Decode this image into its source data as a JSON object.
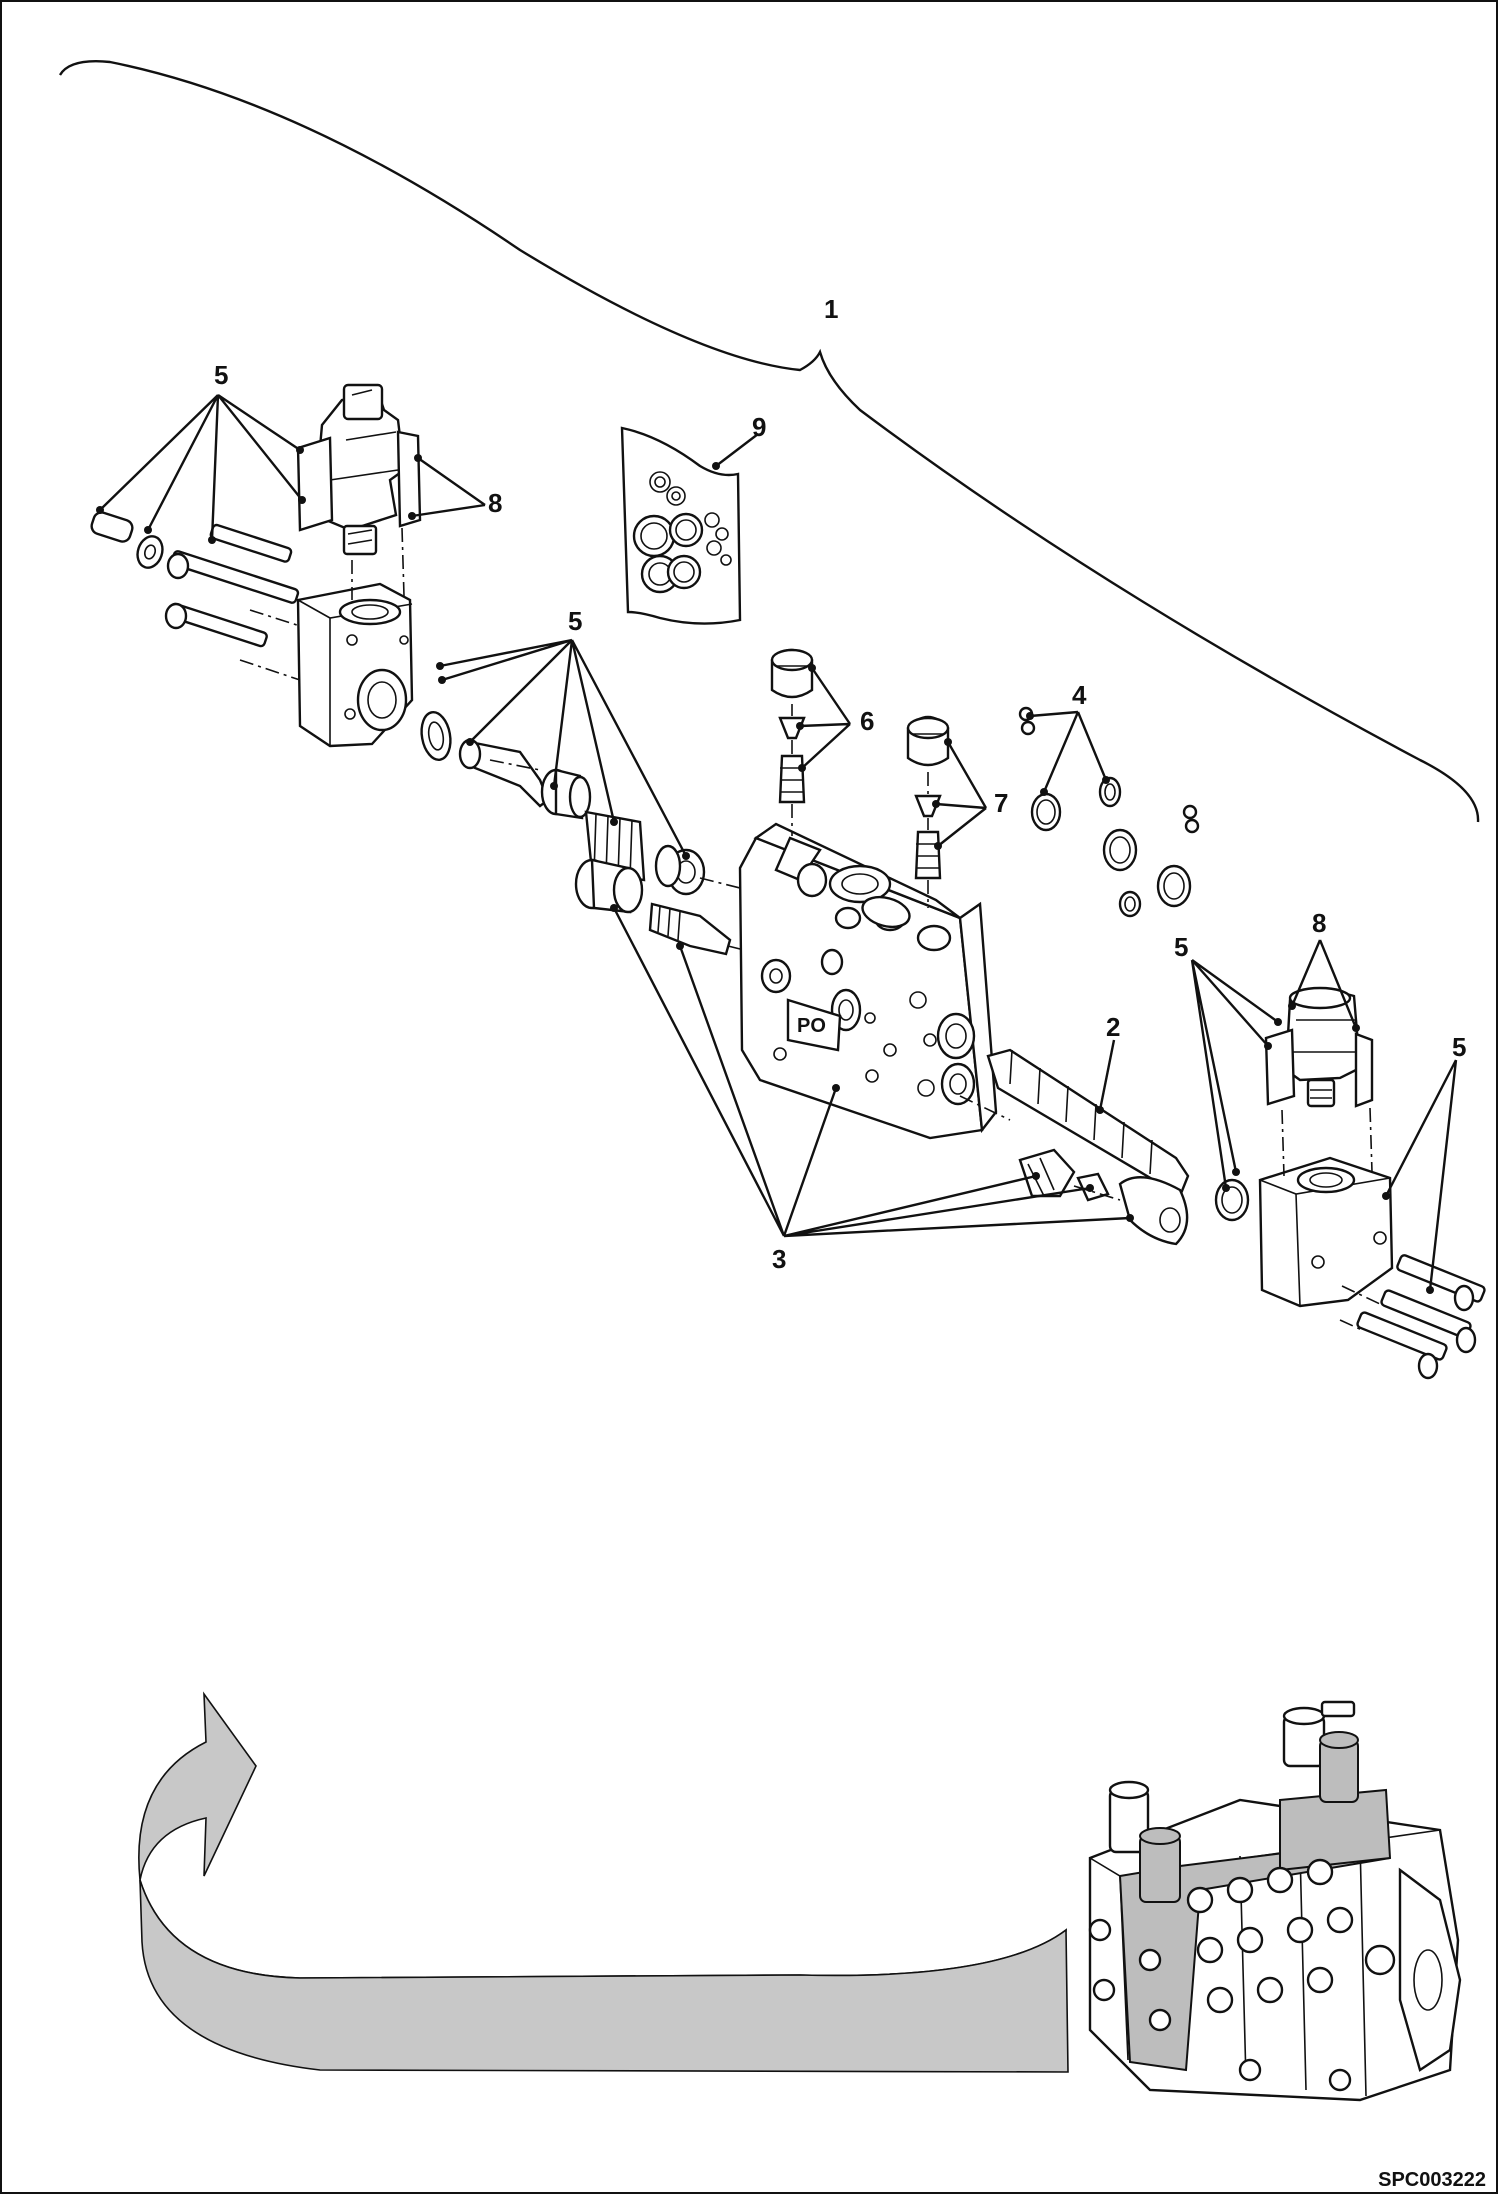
{
  "diagram": {
    "callouts": [
      {
        "id": "c1",
        "label": "1"
      },
      {
        "id": "c9",
        "label": "9"
      },
      {
        "id": "c5a",
        "label": "5"
      },
      {
        "id": "c8a",
        "label": "8"
      },
      {
        "id": "c5b",
        "label": "5"
      },
      {
        "id": "c6",
        "label": "6"
      },
      {
        "id": "c7",
        "label": "7"
      },
      {
        "id": "c4",
        "label": "4"
      },
      {
        "id": "c8b",
        "label": "8"
      },
      {
        "id": "c5c",
        "label": "5"
      },
      {
        "id": "c5d",
        "label": "5"
      },
      {
        "id": "c2",
        "label": "2"
      },
      {
        "id": "c3",
        "label": "3"
      }
    ],
    "reference_code": "SPC003222",
    "colors": {
      "line": "#111111",
      "arrow_fill": "#c8c8c8",
      "highlight_fill": "#bdbdbd"
    },
    "icons": [
      "exploded-valve-section",
      "curved-arrow-icon",
      "assembled-valve-block"
    ]
  }
}
